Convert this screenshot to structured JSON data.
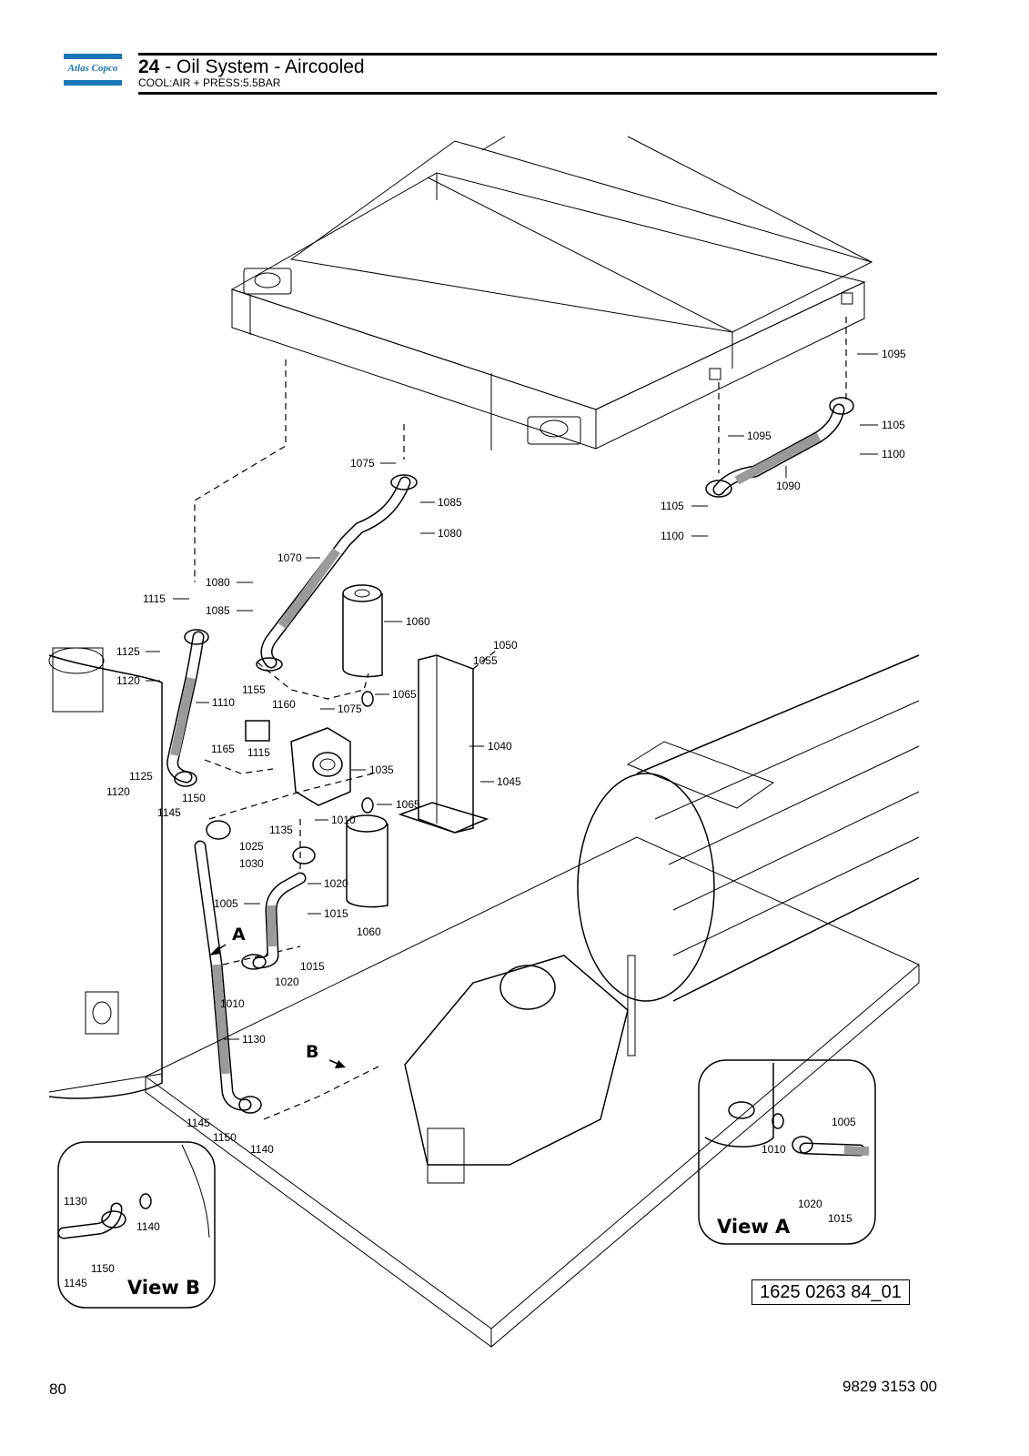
{
  "header": {
    "logo_text": "Atlas Copco",
    "section_number": "24",
    "section_title": " - Oil System - Aircooled",
    "subtitle": "COOL:AIR + PRESS:5.5BAR"
  },
  "drawing": {
    "callouts": [
      "1095",
      "1105",
      "1100",
      "1095",
      "1090",
      "1105",
      "1100",
      "1075",
      "1085",
      "1080",
      "1070",
      "1080",
      "1085",
      "1115",
      "1060",
      "1050",
      "1055",
      "1125",
      "1120",
      "1110",
      "1155",
      "1160",
      "1075",
      "1065",
      "1165",
      "1115",
      "1040",
      "1035",
      "1125",
      "1045",
      "1120",
      "1150",
      "1065",
      "1145",
      "1135",
      "1010",
      "1025",
      "1030",
      "1020",
      "1005",
      "1015",
      "1060",
      "1015",
      "1020",
      "1010",
      "1130",
      "1145",
      "1150",
      "1140",
      "1130",
      "1140",
      "1150",
      "1145",
      "1005",
      "1010",
      "1020",
      "1015"
    ],
    "view_a_letter": "A",
    "view_b_letter": "B",
    "view_a_label": "View A",
    "view_b_label": "View B"
  },
  "footer": {
    "drawing_code": "1625 0263 84_01",
    "page_number": "80",
    "document_number": "9829 3153 00"
  }
}
